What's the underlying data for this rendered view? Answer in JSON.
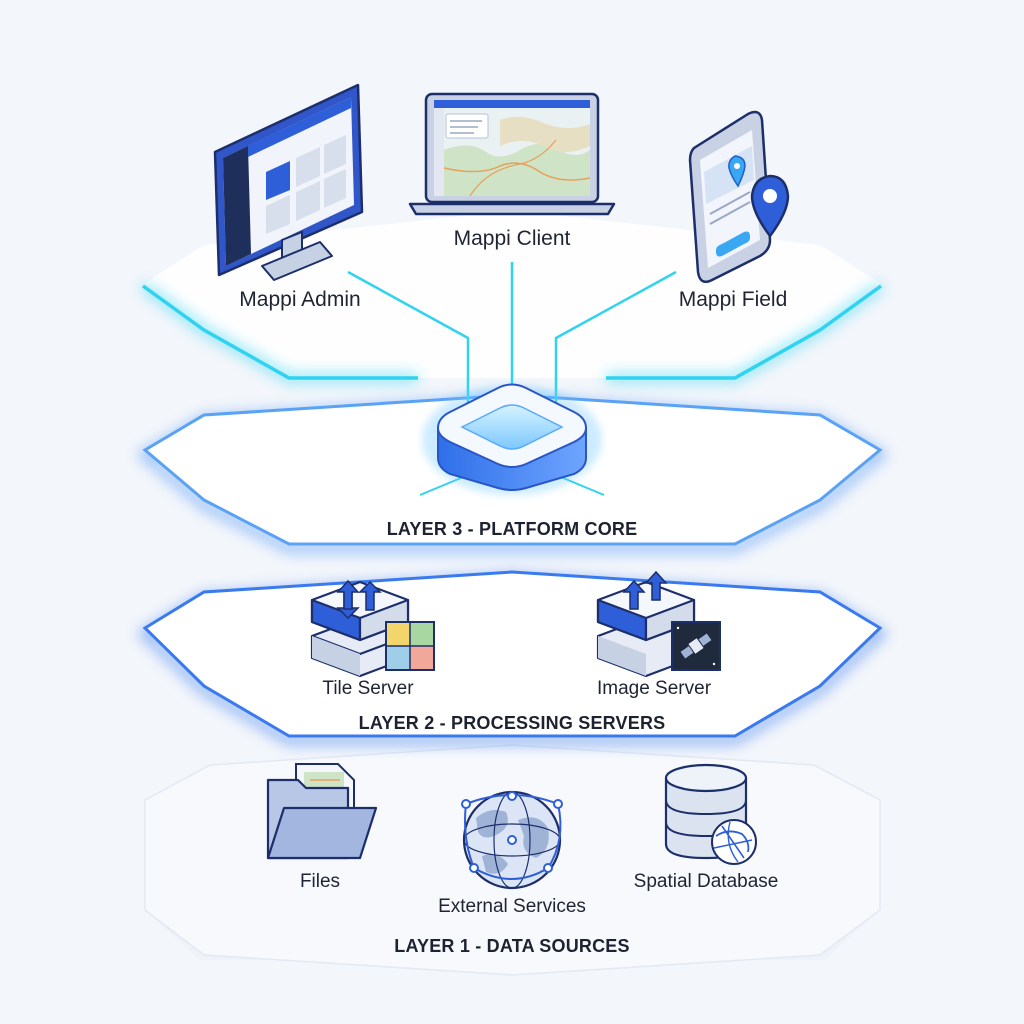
{
  "colors": {
    "accent_cyan": "#2fd3f0",
    "accent_blue": "#2f6fe8",
    "device_blue": "#2f5fd8",
    "panel_white": "#ffffff",
    "ink": "#1f2433"
  },
  "layers": {
    "clients": {
      "items": [
        {
          "label": "Mappi Admin",
          "icon": "desktop-monitor-icon"
        },
        {
          "label": "Mappi Client",
          "icon": "laptop-map-icon"
        },
        {
          "label": "Mappi Field",
          "icon": "mobile-phone-pin-icon"
        }
      ]
    },
    "platform_core": {
      "title": "LAYER 3 - PLATFORM CORE",
      "icon": "platform-core-hub-icon"
    },
    "processing": {
      "title": "LAYER 2 - PROCESSING SERVERS",
      "items": [
        {
          "label": "Tile Server",
          "icon": "tile-server-icon"
        },
        {
          "label": "Image Server",
          "icon": "image-server-icon"
        }
      ]
    },
    "data_sources": {
      "title": "LAYER 1 - DATA SOURCES",
      "items": [
        {
          "label": "Files",
          "icon": "folder-files-icon"
        },
        {
          "label": "External Services",
          "icon": "globe-network-icon"
        },
        {
          "label": "Spatial Database",
          "icon": "database-icon"
        }
      ]
    }
  }
}
